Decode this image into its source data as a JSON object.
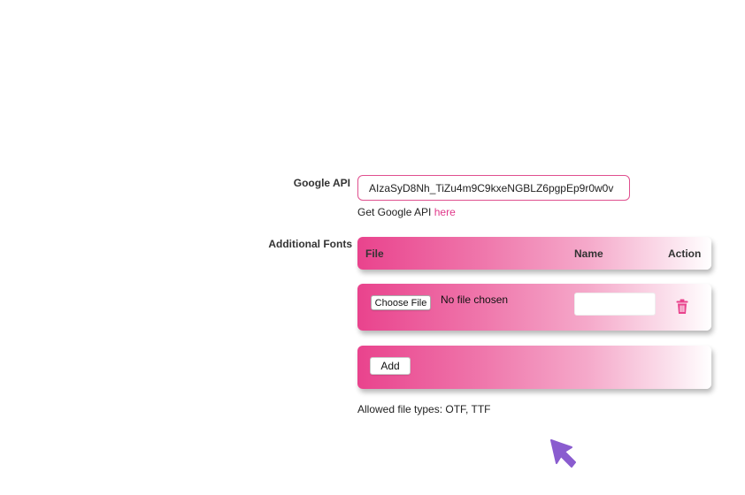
{
  "google_api": {
    "label": "Google API",
    "value": "AIzaSyD8Nh_TiZu4m9C9kxeNGBLZ6pgpEp9r0w0v",
    "hint_prefix": "Get Google API ",
    "hint_link": "here"
  },
  "additional_fonts": {
    "label": "Additional Fonts",
    "columns": {
      "file": "File",
      "name": "Name",
      "action": "Action"
    },
    "row": {
      "choose_file_label": "Choose File",
      "file_status": "No file chosen",
      "name_value": "",
      "action_icon": "trash-icon"
    },
    "add_label": "Add",
    "allowed_types": "Allowed file types: OTF, TTF"
  },
  "colors": {
    "accent": "#e9438d",
    "link": "#e0388a",
    "cursor": "#8a5ccf"
  }
}
